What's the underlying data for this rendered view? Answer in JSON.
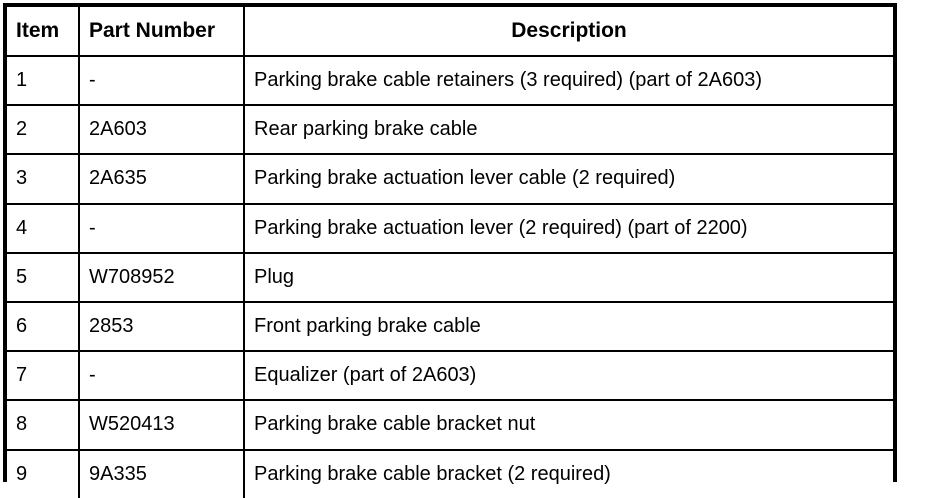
{
  "document": {
    "type": "parts-list-table",
    "background_color": "#ffffff",
    "text_color": "#000000",
    "border_color": "#000000"
  },
  "table": {
    "columns": [
      {
        "key": "item",
        "header": "Item",
        "align": "left"
      },
      {
        "key": "part_number",
        "header": "Part Number",
        "align": "left"
      },
      {
        "key": "description",
        "header": "Description",
        "align": "center"
      }
    ],
    "rows": [
      {
        "item": "1",
        "part_number": "-",
        "description": "Parking brake cable retainers (3 required) (part of 2A603)"
      },
      {
        "item": "2",
        "part_number": "2A603",
        "description": "Rear parking brake cable"
      },
      {
        "item": "3",
        "part_number": "2A635",
        "description": "Parking brake actuation lever cable (2 required)"
      },
      {
        "item": "4",
        "part_number": "-",
        "description": "Parking brake actuation lever (2 required) (part of 2200)"
      },
      {
        "item": "5",
        "part_number": "W708952",
        "description": "Plug"
      },
      {
        "item": "6",
        "part_number": "2853",
        "description": "Front parking brake cable"
      },
      {
        "item": "7",
        "part_number": "-",
        "description": "Equalizer (part of 2A603)"
      },
      {
        "item": "8",
        "part_number": "W520413",
        "description": "Parking brake cable bracket nut"
      },
      {
        "item": "9",
        "part_number": "9A335",
        "description": "Parking brake cable bracket (2 required)"
      }
    ]
  }
}
